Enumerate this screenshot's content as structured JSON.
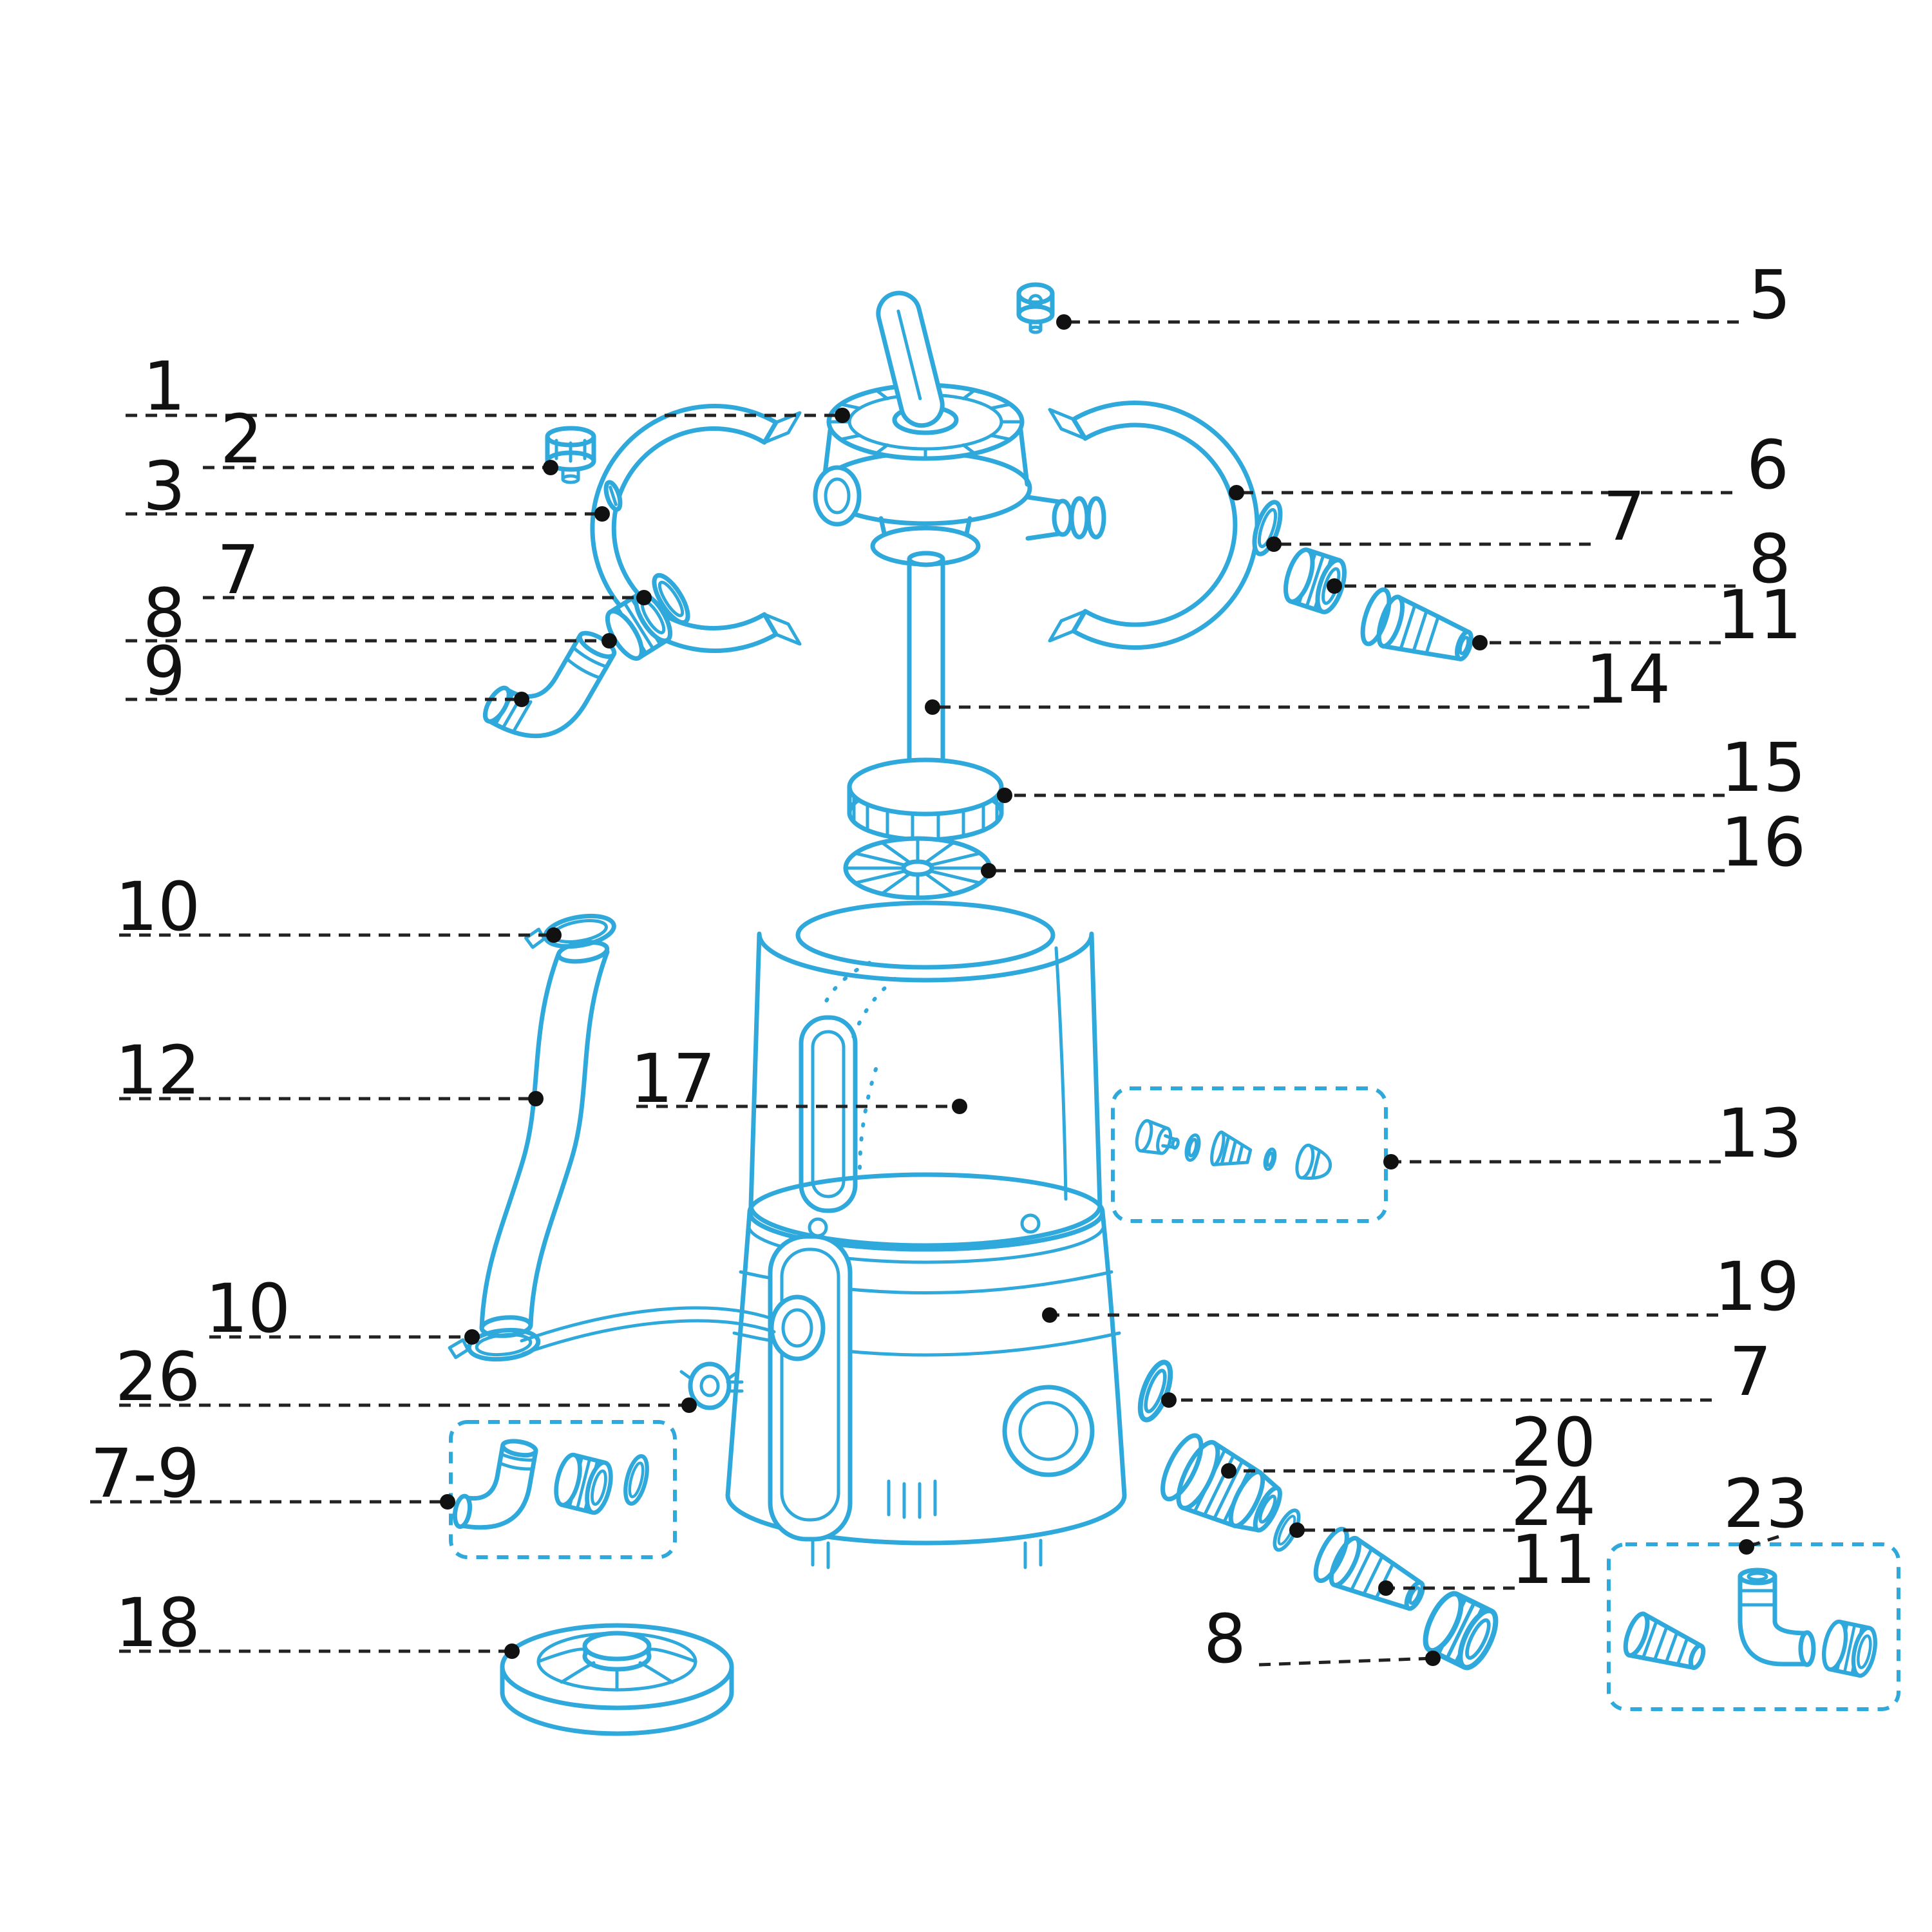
{
  "diagram": {
    "kind": "exploded-parts-diagram",
    "background": "#ffffff",
    "line_color": "#2FA9DC",
    "label_color": "#111111",
    "leader_color": "#222222",
    "callouts": [
      {
        "label": "1",
        "part": "multiport-valve",
        "text": [
          255,
          600
        ],
        "line": [
          [
            195,
            645
          ],
          [
            1308,
            645
          ]
        ]
      },
      {
        "label": "2",
        "part": "drain-cap",
        "text": [
          375,
          682
        ],
        "line": [
          [
            315,
            726
          ],
          [
            855,
            726
          ]
        ]
      },
      {
        "label": "3",
        "part": "gasket",
        "text": [
          255,
          755
        ],
        "line": [
          [
            195,
            798
          ],
          [
            935,
            798
          ]
        ]
      },
      {
        "label": "5",
        "part": "air-release-valve",
        "text": [
          2748,
          458
        ],
        "line": [
          [
            2700,
            500
          ],
          [
            1652,
            500
          ]
        ]
      },
      {
        "label": "6",
        "part": "flange-clamp",
        "text": [
          2745,
          722
        ],
        "line": [
          [
            2690,
            765
          ],
          [
            1920,
            765
          ]
        ]
      },
      {
        "label": "7",
        "part": "o-ring-top-right",
        "text": [
          2522,
          802
        ],
        "line": [
          [
            2470,
            845
          ],
          [
            1978,
            845
          ]
        ]
      },
      {
        "label": "8",
        "part": "coupling-nut-top-right",
        "text": [
          2748,
          868
        ],
        "line": [
          [
            2695,
            910
          ],
          [
            2072,
            910
          ]
        ]
      },
      {
        "label": "11",
        "part": "hose-adapter-top-right",
        "text": [
          2732,
          955
        ],
        "line": [
          [
            2672,
            998
          ],
          [
            2298,
            998
          ]
        ]
      },
      {
        "label": "7",
        "part": "o-ring-top-left",
        "text": [
          370,
          885
        ],
        "line": [
          [
            315,
            928
          ],
          [
            1000,
            928
          ]
        ]
      },
      {
        "label": "8",
        "part": "coupling-nut-top-left",
        "text": [
          255,
          952
        ],
        "line": [
          [
            195,
            995
          ],
          [
            946,
            995
          ]
        ]
      },
      {
        "label": "9",
        "part": "elbow-connector",
        "text": [
          255,
          1042
        ],
        "line": [
          [
            195,
            1086
          ],
          [
            810,
            1086
          ]
        ]
      },
      {
        "label": "14",
        "part": "standpipe",
        "text": [
          2528,
          1055
        ],
        "line": [
          [
            2468,
            1098
          ],
          [
            1448,
            1098
          ]
        ]
      },
      {
        "label": "15",
        "part": "tank-collar",
        "text": [
          2738,
          1192
        ],
        "line": [
          [
            2678,
            1235
          ],
          [
            1560,
            1235
          ]
        ]
      },
      {
        "label": "16",
        "part": "diffuser",
        "text": [
          2738,
          1308
        ],
        "line": [
          [
            2678,
            1352
          ],
          [
            1535,
            1352
          ]
        ]
      },
      {
        "label": "10",
        "part": "hose-clamp-top",
        "text": [
          245,
          1408
        ],
        "line": [
          [
            185,
            1452
          ],
          [
            860,
            1452
          ]
        ]
      },
      {
        "label": "12",
        "part": "hose",
        "text": [
          245,
          1662
        ],
        "line": [
          [
            185,
            1706
          ],
          [
            832,
            1706
          ]
        ]
      },
      {
        "label": "17",
        "part": "filter-tank",
        "text": [
          1045,
          1675
        ],
        "line": [
          [
            988,
            1718
          ],
          [
            1490,
            1718
          ]
        ]
      },
      {
        "label": "13",
        "part": "pressure-gauge-kit",
        "text": [
          2732,
          1760
        ],
        "line": [
          [
            2672,
            1804
          ],
          [
            2160,
            1804
          ]
        ]
      },
      {
        "label": "19",
        "part": "pump-base",
        "text": [
          2728,
          1998
        ],
        "line": [
          [
            2668,
            2042
          ],
          [
            1630,
            2042
          ]
        ]
      },
      {
        "label": "10",
        "part": "hose-clamp-bottom",
        "text": [
          385,
          2032
        ],
        "line": [
          [
            325,
            2076
          ],
          [
            733,
            2076
          ]
        ]
      },
      {
        "label": "26",
        "part": "drain-plug",
        "text": [
          245,
          2138
        ],
        "line": [
          [
            185,
            2182
          ],
          [
            1070,
            2182
          ]
        ]
      },
      {
        "label": "7",
        "part": "o-ring-bottom",
        "text": [
          2718,
          2130
        ],
        "line": [
          [
            2658,
            2174
          ],
          [
            1815,
            2174
          ]
        ]
      },
      {
        "label": "7-9",
        "part": "connector-kit",
        "text": [
          225,
          2288
        ],
        "line": [
          [
            140,
            2332
          ],
          [
            695,
            2332
          ]
        ]
      },
      {
        "label": "20",
        "part": "hose-coupler",
        "text": [
          2412,
          2240
        ],
        "line": [
          [
            2352,
            2284
          ],
          [
            1908,
            2284
          ]
        ]
      },
      {
        "label": "24",
        "part": "o-ring-small",
        "text": [
          2412,
          2332
        ],
        "line": [
          [
            2352,
            2376
          ],
          [
            2014,
            2376
          ]
        ]
      },
      {
        "label": "23",
        "part": "elbow-kit",
        "text": [
          2742,
          2335
        ],
        "line": [
          [
            2762,
            2386
          ],
          [
            2712,
            2402
          ]
        ]
      },
      {
        "label": "11",
        "part": "hose-adapter-bottom",
        "text": [
          2412,
          2422
        ],
        "line": [
          [
            2352,
            2466
          ],
          [
            2152,
            2466
          ]
        ]
      },
      {
        "label": "8",
        "part": "coupling-nut-bottom",
        "text": [
          1902,
          2545
        ],
        "line": [
          [
            1955,
            2585
          ],
          [
            2225,
            2575
          ]
        ]
      },
      {
        "label": "18",
        "part": "strainer-lid",
        "text": [
          245,
          2520
        ],
        "line": [
          [
            185,
            2564
          ],
          [
            795,
            2564
          ]
        ]
      }
    ]
  }
}
